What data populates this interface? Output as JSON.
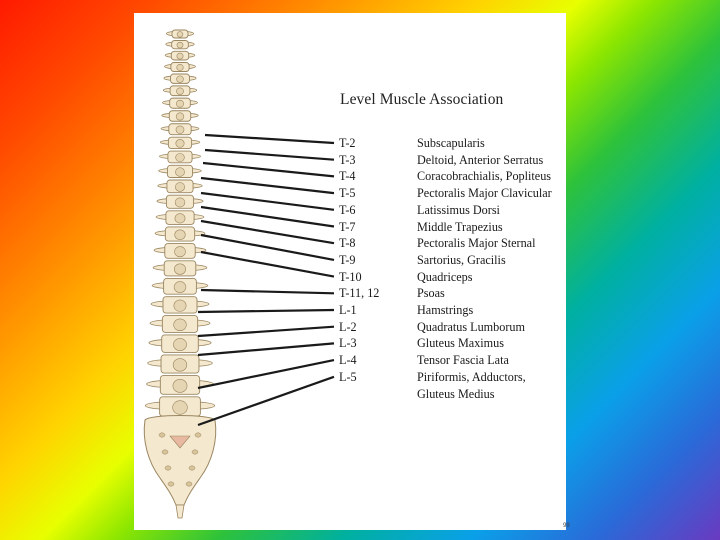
{
  "slide": {
    "title": "Level Muscle Association",
    "corner_mark": "99",
    "colors": {
      "panel": "#ffffff",
      "bone": "#f4e8cf",
      "bone_outline": "#9a8660",
      "pointer_line": "#1a1a1a"
    }
  },
  "rows": [
    {
      "level": "T-2",
      "muscle": "Subscapularis"
    },
    {
      "level": "T-3",
      "muscle": "Deltoid, Anterior Serratus"
    },
    {
      "level": "T-4",
      "muscle": "Coracobrachialis, Popliteus"
    },
    {
      "level": "T-5",
      "muscle": "Pectoralis Major Clavicular"
    },
    {
      "level": "T-6",
      "muscle": "Latissimus Dorsi"
    },
    {
      "level": "T-7",
      "muscle": "Middle Trapezius"
    },
    {
      "level": "T-8",
      "muscle": "Pectoralis Major Sternal"
    },
    {
      "level": "T-9",
      "muscle": "Sartorius, Gracilis"
    },
    {
      "level": "T-10",
      "muscle": "Quadriceps"
    },
    {
      "level": "T-11, 12",
      "muscle": "Psoas"
    },
    {
      "level": "L-1",
      "muscle": "Hamstrings"
    },
    {
      "level": "L-2",
      "muscle": "Quadratus Lumborum"
    },
    {
      "level": "L-3",
      "muscle": "Gluteus Maximus"
    },
    {
      "level": "L-4",
      "muscle": "Tensor Fascia Lata"
    },
    {
      "level": "L-5",
      "muscle": "Piriformis, Adductors,"
    }
  ],
  "continuation": "Gluteus Medius"
}
